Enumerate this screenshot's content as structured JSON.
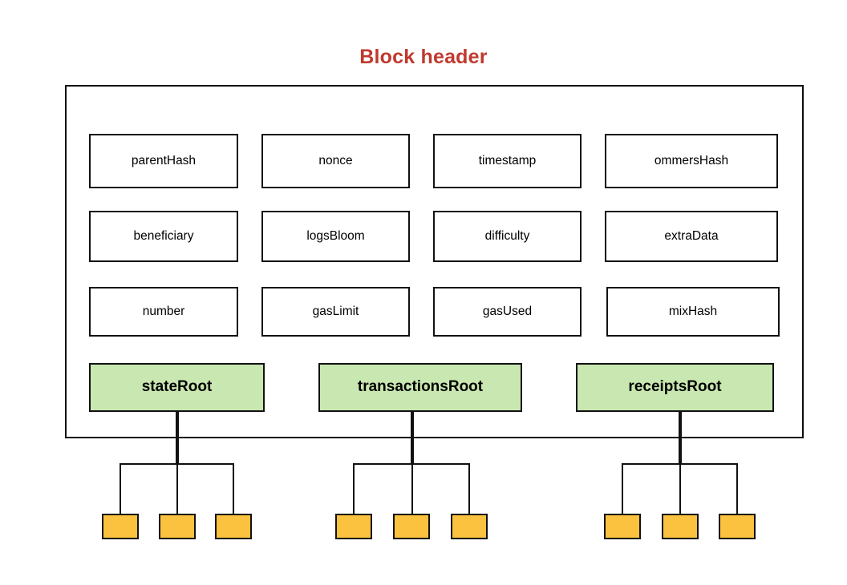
{
  "diagram": {
    "title": "Block header",
    "title_color": "#C0392F",
    "background_color": "#FFFFFF",
    "container": {
      "name": "block-header-container",
      "border_color": "#0D0D0D"
    },
    "field_box_style": {
      "fill": "#FFFFFF",
      "border": "#111111"
    },
    "root_box_style": {
      "fill": "#C9E7B0",
      "border": "#111111"
    },
    "leaf_box_style": {
      "fill": "#FBC240",
      "border": "#111111"
    },
    "connector_color": "#111111"
  },
  "fields": {
    "rows": [
      [
        {
          "label": "parentHash"
        },
        {
          "label": "nonce"
        },
        {
          "label": "timestamp"
        },
        {
          "label": "ommersHash"
        }
      ],
      [
        {
          "label": "beneficiary"
        },
        {
          "label": "logsBloom"
        },
        {
          "label": "difficulty"
        },
        {
          "label": "extraData"
        }
      ],
      [
        {
          "label": "number"
        },
        {
          "label": "gasLimit"
        },
        {
          "label": "gasUsed"
        },
        {
          "label": "mixHash"
        }
      ]
    ]
  },
  "roots": [
    {
      "label": "stateRoot",
      "leaf_count": 3
    },
    {
      "label": "transactionsRoot",
      "leaf_count": 3
    },
    {
      "label": "receiptsRoot",
      "leaf_count": 3
    }
  ]
}
